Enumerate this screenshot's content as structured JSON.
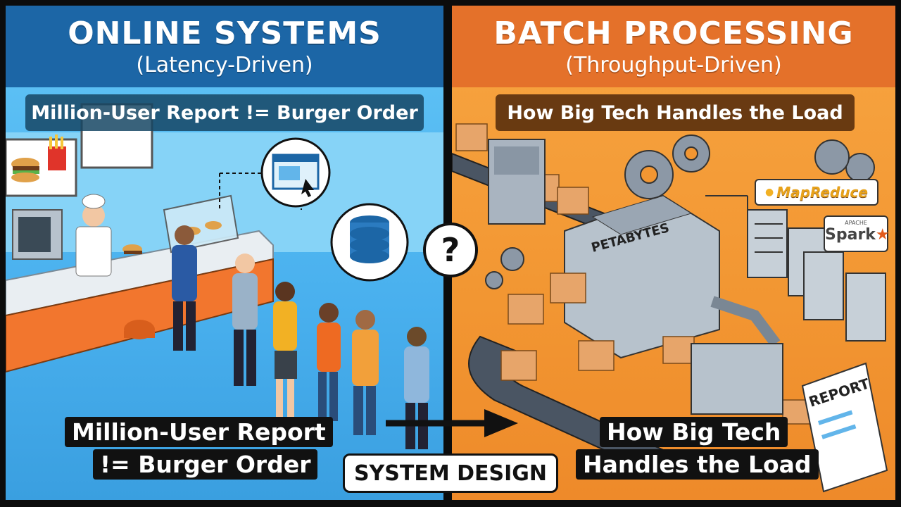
{
  "left": {
    "title": "ONLINE SYSTEMS",
    "subtitle": "(Latency-Driven)",
    "tagline": "Million-User Report != Burger Order",
    "caption_line1": "Million-User Report",
    "caption_line2": "!= Burger Order"
  },
  "right": {
    "title": "BATCH PROCESSING",
    "subtitle": "(Throughput-Driven)",
    "tagline": "How Big Tech Handles the Load",
    "caption_line1": "How Big Tech",
    "caption_line2": "Handles the Load",
    "machine_label": "PETABYTES",
    "report_label": "REPORT",
    "logos": {
      "mapreduce": "MapReduce",
      "spark_top": "APACHE",
      "spark": "Spark"
    }
  },
  "center": {
    "question": "?",
    "badge": "SYSTEM DESIGN"
  },
  "colors": {
    "left_header": "#1c66a6",
    "left_bg": "#49b0ee",
    "right_header": "#e4712a",
    "right_bg": "#f29632"
  }
}
